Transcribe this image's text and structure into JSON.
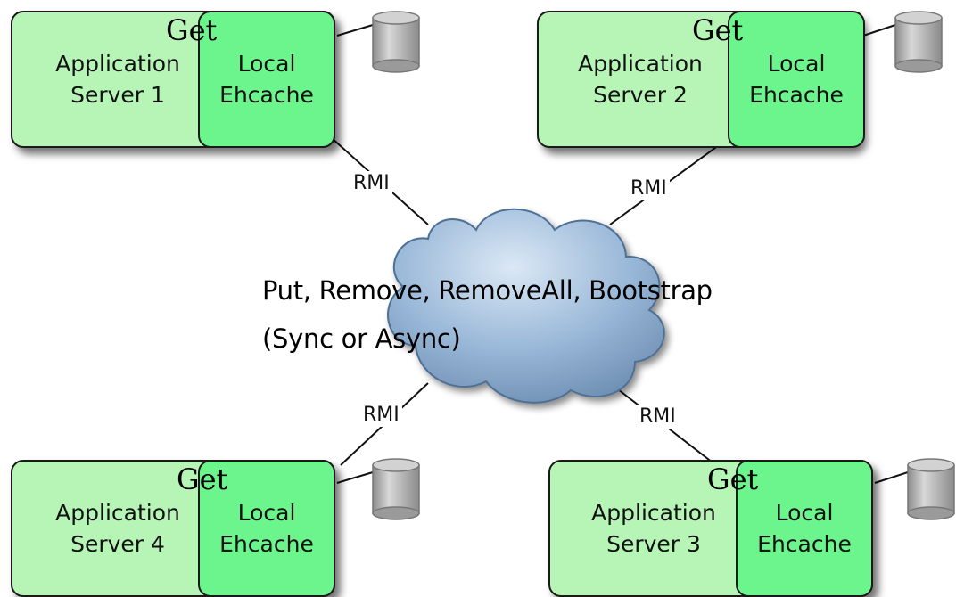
{
  "servers": [
    {
      "app": "Application\nServer 1",
      "cache": "Local\nEhcache",
      "get": "Get"
    },
    {
      "app": "Application\nServer 2",
      "cache": "Local\nEhcache",
      "get": "Get"
    },
    {
      "app": "Application\nServer 4",
      "cache": "Local\nEhcache",
      "get": "Get"
    },
    {
      "app": "Application\nServer 3",
      "cache": "Local\nEhcache",
      "get": "Get"
    }
  ],
  "connections": {
    "top_left": "RMI",
    "top_right": "RMI",
    "bottom_left": "RMI",
    "bottom_right": "RMI"
  },
  "cloud": {
    "line1": "Put, Remove, RemoveAll, Bootstrap",
    "line2": "(Sync or Async)"
  },
  "colors": {
    "app_server_fill": "#b6f5b6",
    "cache_fill": "#6cf58c",
    "cloud_fill": "#9bb9d9",
    "disk_fill": "#b4b4b4"
  },
  "icons": {
    "disk": "database-cylinder-icon",
    "cloud": "cloud-icon"
  }
}
